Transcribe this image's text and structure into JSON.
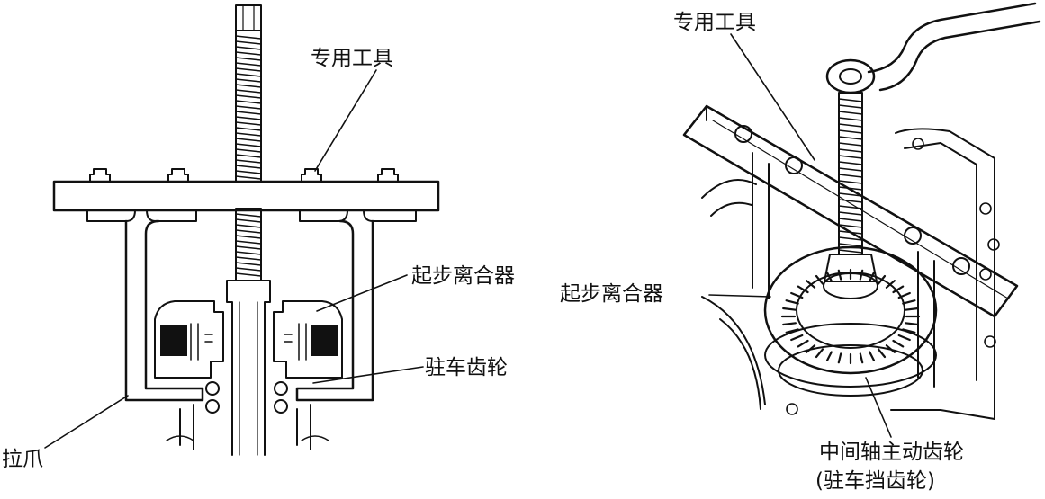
{
  "left_figure": {
    "labels": {
      "special_tool": "专用工具",
      "start_clutch": "起步离合器",
      "parking_gear": "驻车齿轮",
      "puller_claw": "拉爪"
    }
  },
  "right_figure": {
    "labels": {
      "special_tool": "专用工具",
      "start_clutch": "起步离合器",
      "countershaft_drive_gear_line1": "中间轴主动齿轮",
      "countershaft_drive_gear_line2": "(驻车挡齿轮)"
    }
  },
  "colors": {
    "ink": "#111111",
    "background": "#ffffff"
  }
}
